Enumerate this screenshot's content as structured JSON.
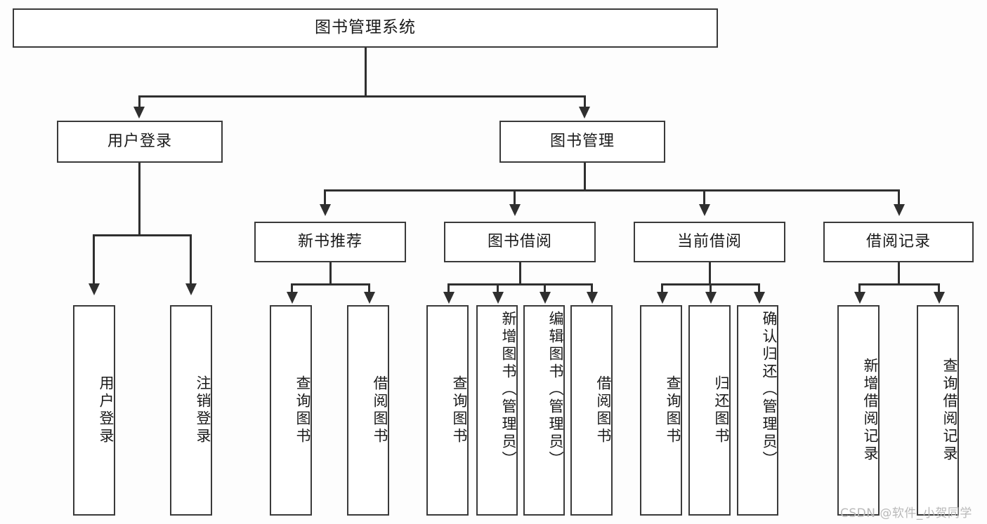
{
  "diagram": {
    "type": "tree-hierarchy",
    "title": "图书管理系统",
    "watermark": "CSDN @软件_小贺同学",
    "colors": {
      "box_border": "#3a3a3a",
      "box_fill": "#ffffff",
      "connector": "#2f2f2f",
      "background": "#fdfdfd",
      "text": "#1a1a1a",
      "watermark": "#b9b9b9"
    },
    "root": {
      "id": "root",
      "label": "图书管理系统"
    },
    "level2": [
      {
        "id": "user-login",
        "label": "用户登录"
      },
      {
        "id": "book-manage",
        "label": "图书管理"
      }
    ],
    "level3": [
      {
        "id": "new-book-recommend",
        "label": "新书推荐"
      },
      {
        "id": "book-borrow",
        "label": "图书借阅"
      },
      {
        "id": "current-borrow",
        "label": "当前借阅"
      },
      {
        "id": "borrow-record",
        "label": "借阅记录"
      }
    ],
    "leaves": {
      "user-login": [
        {
          "id": "leaf-user-login",
          "label": "用户登录"
        },
        {
          "id": "leaf-user-logout",
          "label": "注销登录"
        }
      ],
      "new-book-recommend": [
        {
          "id": "leaf-query-book-1",
          "label": "查询图书"
        },
        {
          "id": "leaf-borrow-book-1",
          "label": "借阅图书"
        }
      ],
      "book-borrow": [
        {
          "id": "leaf-query-book-2",
          "label": "查询图书"
        },
        {
          "id": "leaf-add-book",
          "label": "新增图书（管理员）"
        },
        {
          "id": "leaf-edit-book",
          "label": "编辑图书（管理员）"
        },
        {
          "id": "leaf-borrow-book-2",
          "label": "借阅图书"
        }
      ],
      "current-borrow": [
        {
          "id": "leaf-query-book-3",
          "label": "查询图书"
        },
        {
          "id": "leaf-return-book",
          "label": "归还图书"
        },
        {
          "id": "leaf-confirm-return",
          "label": "确认归还（管理员）"
        }
      ],
      "borrow-record": [
        {
          "id": "leaf-add-record",
          "label": "新增借阅记录"
        },
        {
          "id": "leaf-query-record",
          "label": "查询借阅记录"
        }
      ]
    }
  }
}
